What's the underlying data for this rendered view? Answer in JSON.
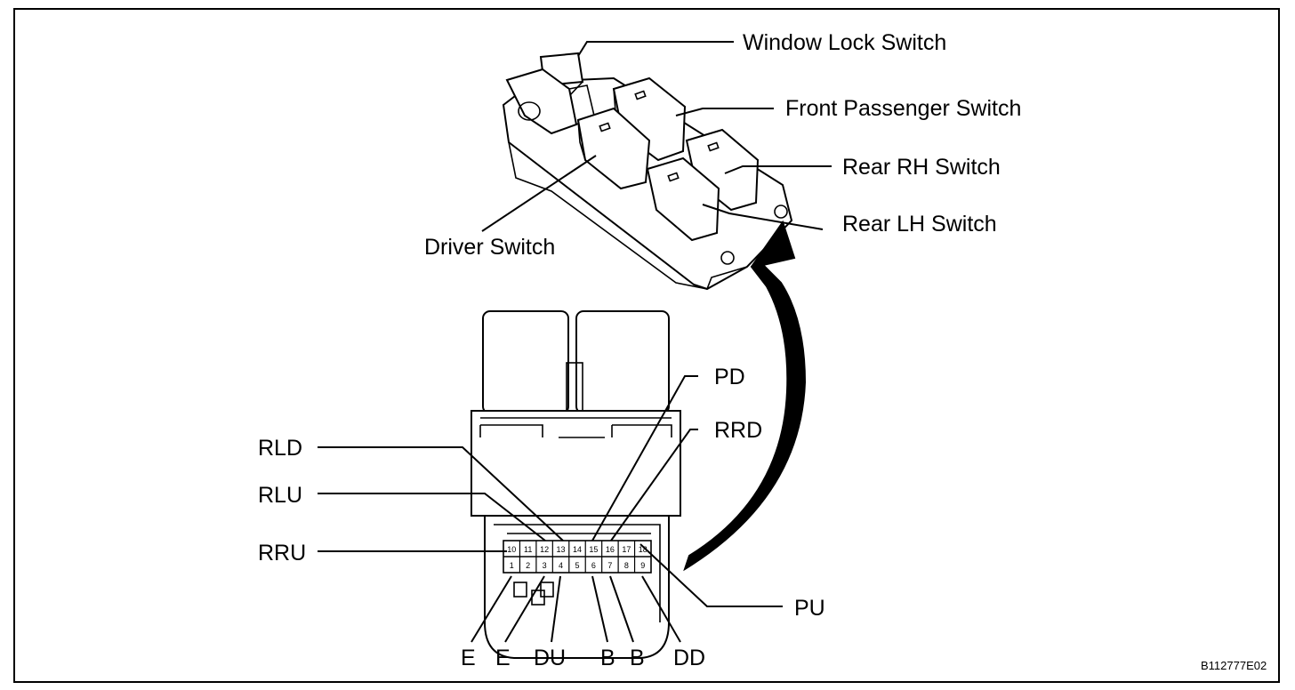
{
  "switch_labels": {
    "window_lock": "Window Lock Switch",
    "front_passenger": "Front Passenger Switch",
    "rear_rh": "Rear RH Switch",
    "rear_lh": "Rear LH Switch",
    "driver": "Driver Switch"
  },
  "terminal_labels": {
    "pd": "PD",
    "rrd": "RRD",
    "rld": "RLD",
    "rlu": "RLU",
    "rru": "RRU",
    "pu": "PU",
    "e1": "E",
    "e2": "E",
    "du": "DU",
    "b1": "B",
    "b2": "B",
    "dd": "DD"
  },
  "pins_top": [
    "10",
    "11",
    "12",
    "13",
    "14",
    "15",
    "16",
    "17",
    "18"
  ],
  "pins_bottom": [
    "1",
    "2",
    "3",
    "4",
    "5",
    "6",
    "7",
    "8",
    "9"
  ],
  "figure_code": "B112777E02"
}
